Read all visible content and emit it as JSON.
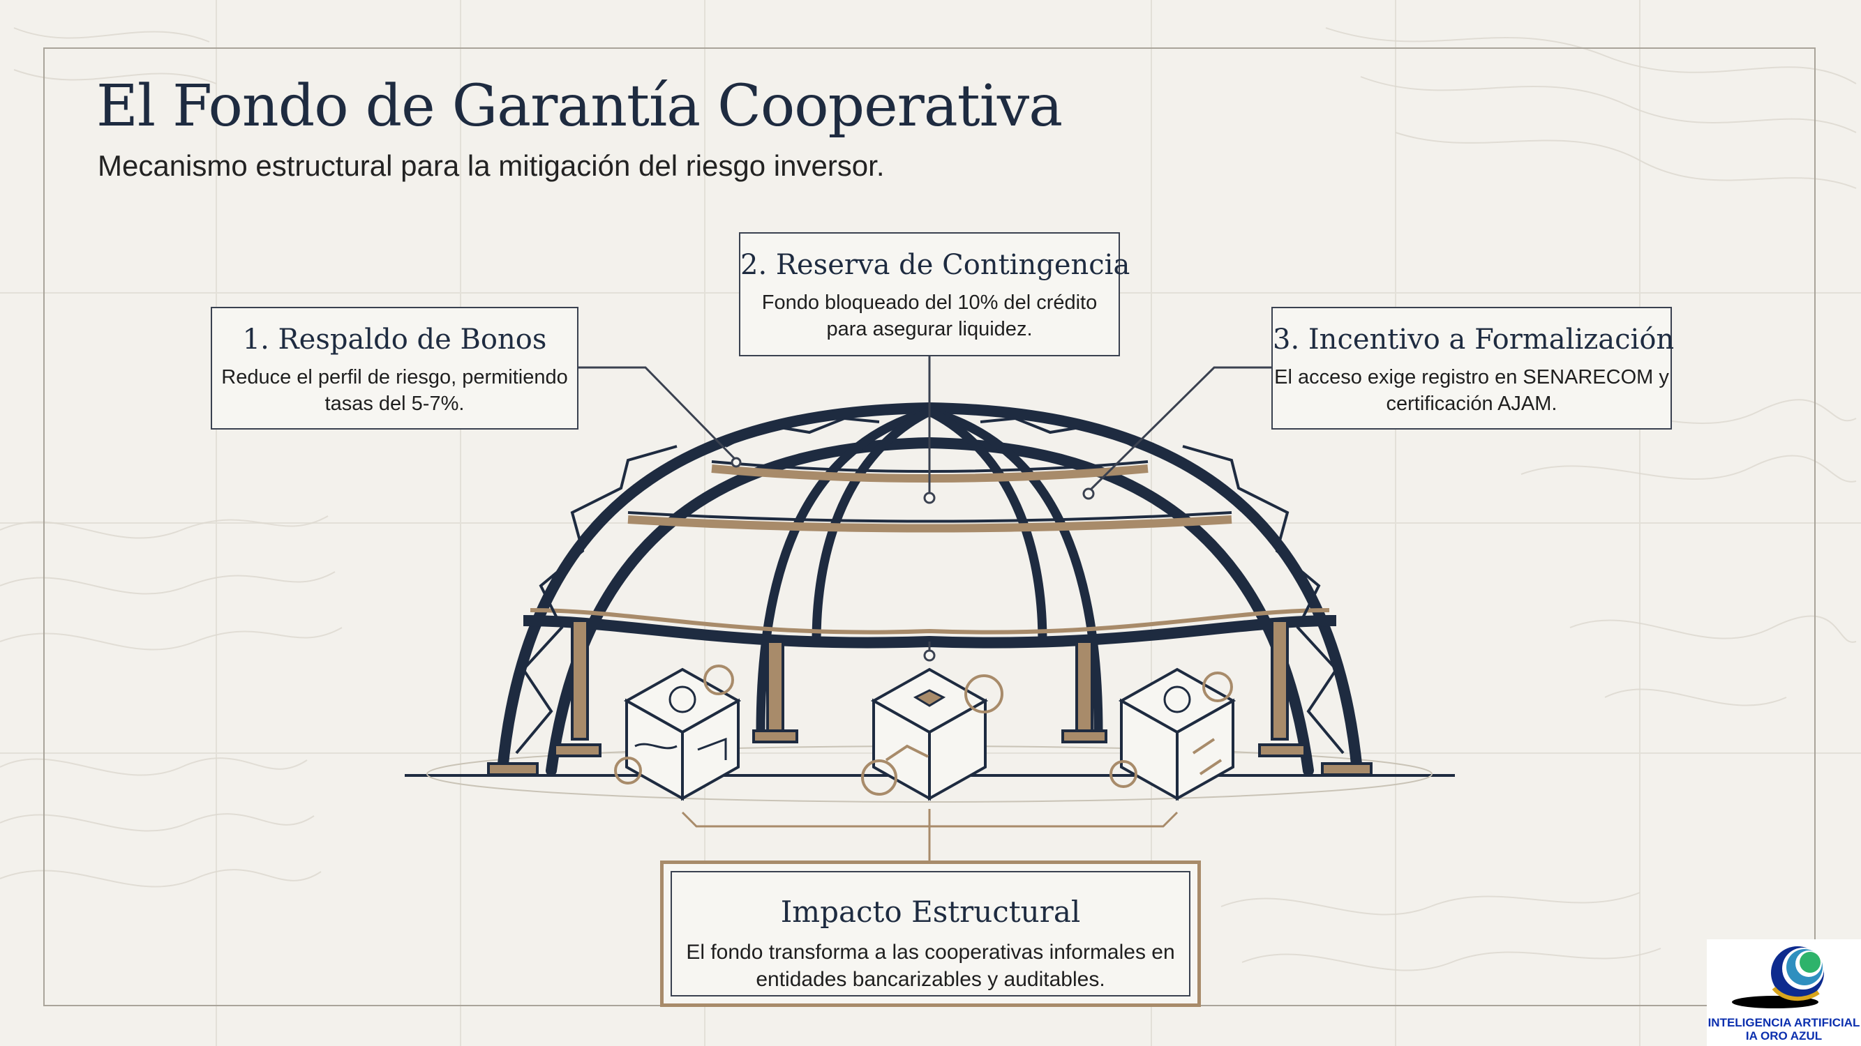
{
  "title": "El Fondo de Garantía Cooperativa",
  "subtitle": "Mecanismo estructural para la mitigación del riesgo inversor.",
  "cards": [
    {
      "heading": "1. Respaldo de Bonos",
      "text": "Reduce el perfil de riesgo, permitiendo tasas del 5-7%."
    },
    {
      "heading": "2. Reserva de Contingencia",
      "text": "Fondo bloqueado del 10% del crédito para asegurar liquidez."
    },
    {
      "heading": "3. Incentivo a Formalización",
      "text": "El acceso exige registro en SENARECOM y certificación AJAM."
    }
  ],
  "impact": {
    "heading": "Impacto Estructural",
    "text": "El fondo transforma a las cooperativas informales en entidades bancarizables y auditables."
  },
  "logo": {
    "line1": "INTELIGENCIA ARTIFICIAL",
    "line2": "IA ORO AZUL"
  },
  "colors": {
    "navy": "#1e2b40",
    "gold": "#a88b6a",
    "background": "#f3f1ec"
  }
}
